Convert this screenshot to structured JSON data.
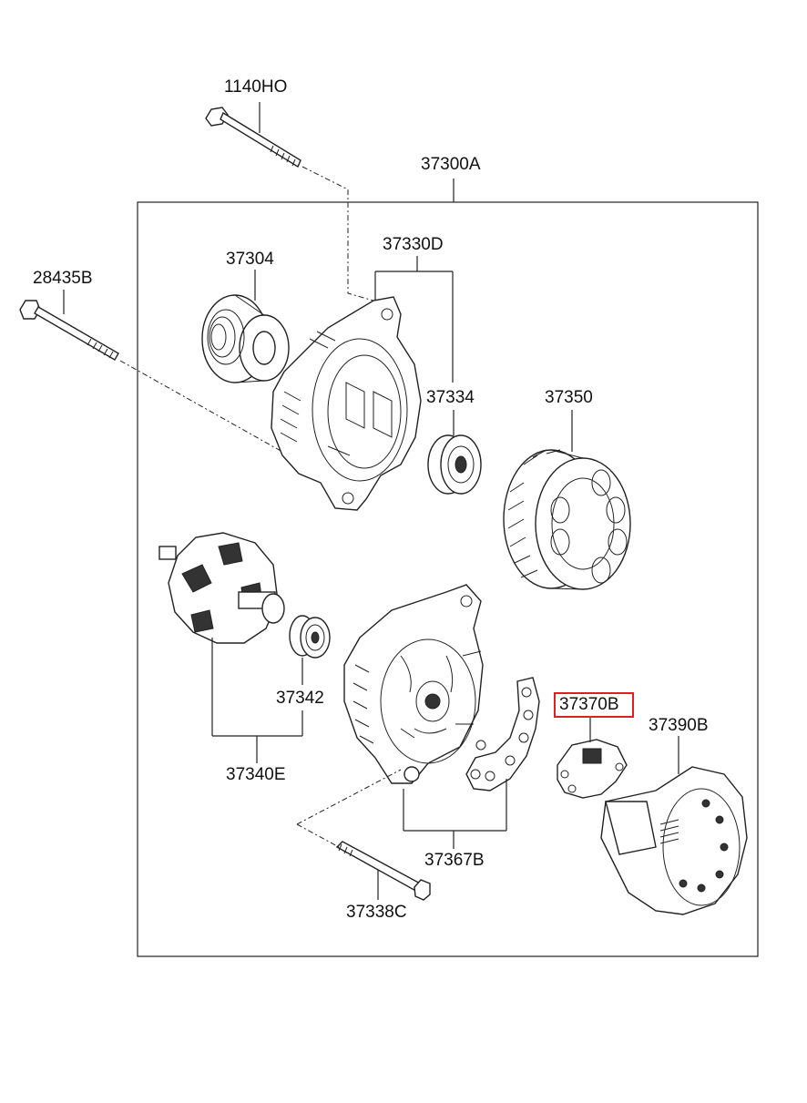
{
  "labels": {
    "bolt_top": "1140HO",
    "assembly": "37300A",
    "bolt_left": "28435B",
    "pulley": "37304",
    "front_bracket": "37330D",
    "bearing_front": "37334",
    "stator": "37350",
    "bearing_rear": "37342",
    "rotor": "37340E",
    "rectifier": "37367B",
    "regulator": "37370B",
    "rear_cover": "37390B",
    "through_bolt": "37338C"
  },
  "highlight_color": "#e02020"
}
